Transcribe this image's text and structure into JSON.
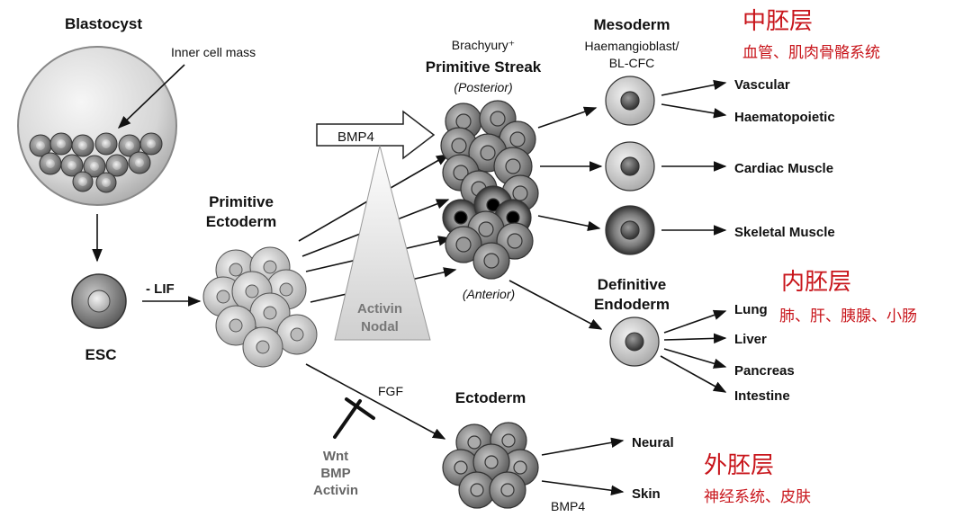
{
  "labels": {
    "blastocyst": "Blastocyst",
    "inner_cell_mass": "Inner cell mass",
    "esc": "ESC",
    "lif": "- LIF",
    "primitive": "Primitive",
    "ectoderm_line": "Ectoderm",
    "bmp4_top": "BMP4",
    "activin": "Activin",
    "nodal": "Nodal",
    "brachyury": "Brachyury⁺",
    "primitive_streak": "Primitive Streak",
    "posterior": "(Posterior)",
    "anterior": "(Anterior)",
    "mesoderm": "Mesoderm",
    "haemangioblast": "Haemangioblast/",
    "bl_cfc": "BL-CFC",
    "vascular": "Vascular",
    "haematopoietic": "Haematopoietic",
    "cardiac": "Cardiac Muscle",
    "skeletal": "Skeletal Muscle",
    "definitive": "Definitive",
    "endoderm": "Endoderm",
    "lung": "Lung",
    "liver": "Liver",
    "pancreas": "Pancreas",
    "intestine": "Intestine",
    "fgf": "FGF",
    "wnt": "Wnt",
    "bmp": "BMP",
    "activin2": "Activin",
    "ectoderm": "Ectoderm",
    "neural": "Neural",
    "skin": "Skin",
    "bmp4_bottom": "BMP4"
  },
  "annotations": {
    "mesoderm_cn": "中胚层",
    "mesoderm_cn_sub": "血管、肌肉骨骼系统",
    "endoderm_cn": "内胚层",
    "endoderm_cn_sub": "肺、肝、胰腺、小肠",
    "ectoderm_cn": "外胚层",
    "ectoderm_cn_sub": "神经系统、皮肤"
  },
  "colors": {
    "annotation_red": "#c8151b",
    "ink": "#111111"
  }
}
